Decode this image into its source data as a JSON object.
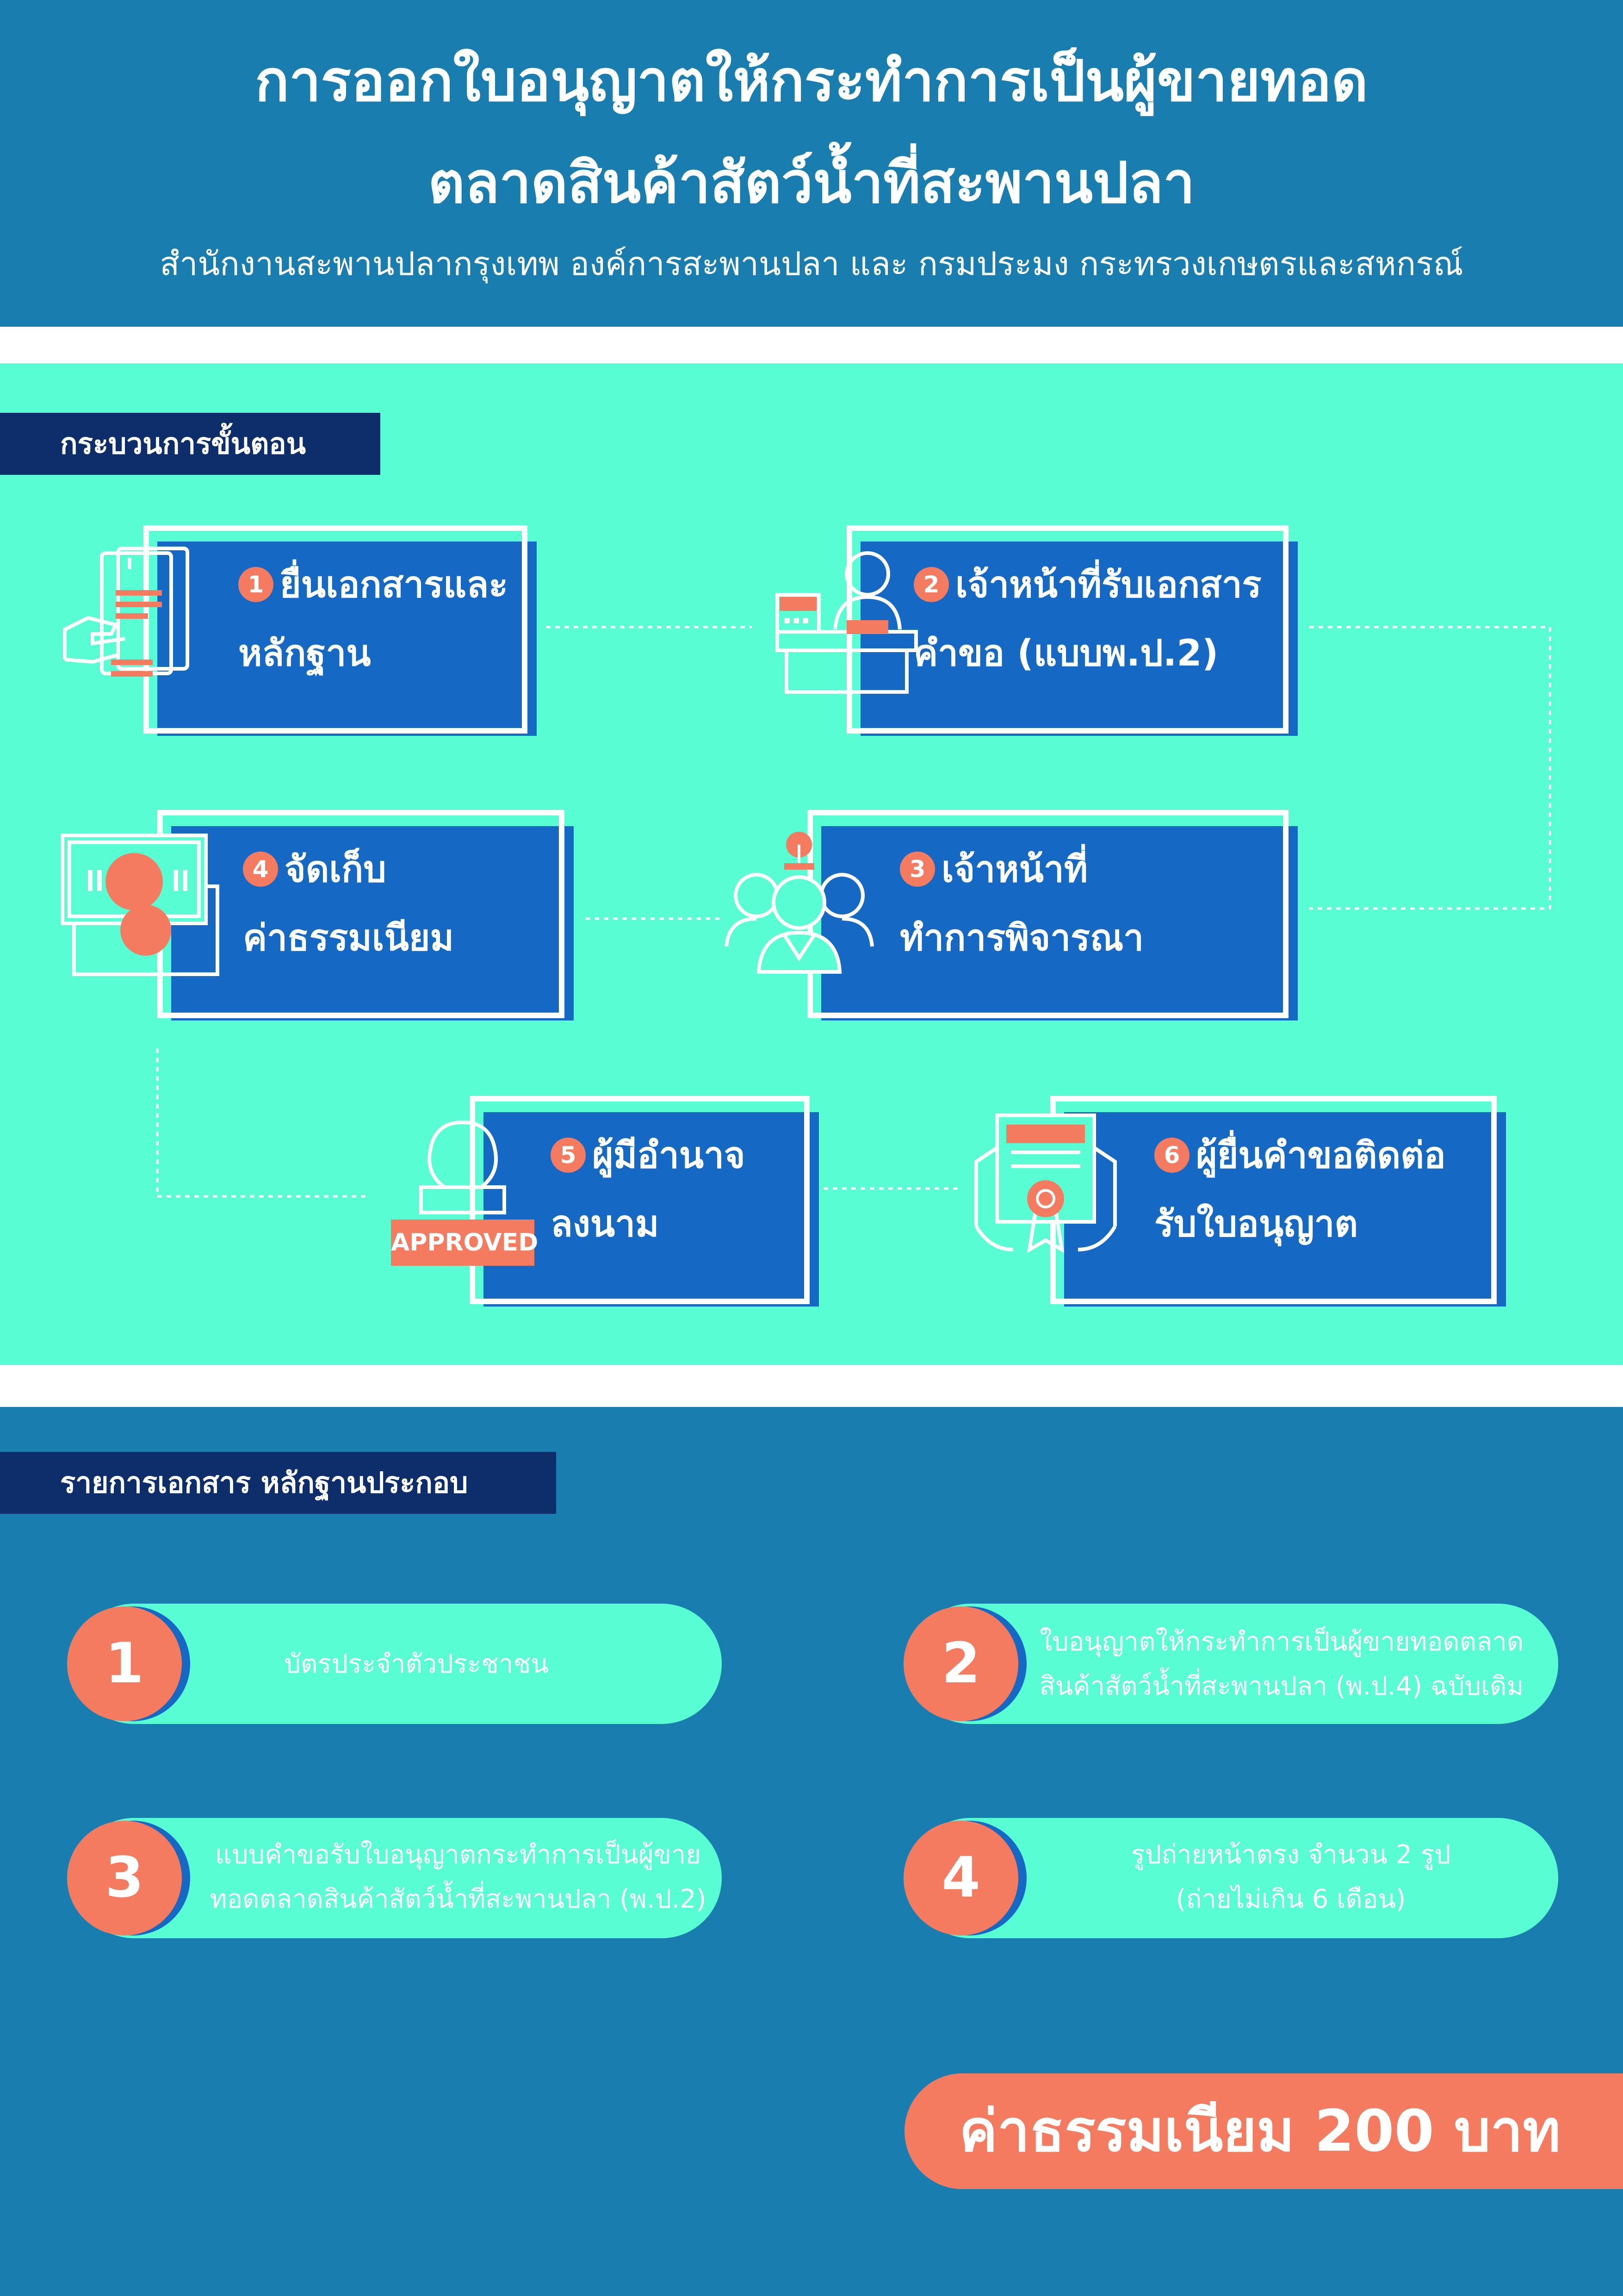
{
  "header": {
    "title_line1": "การออกใบอนุญาตให้กระทำการเป็นผู้ขายทอด",
    "title_line2": "ตลาดสินค้าสัตว์น้ำที่สะพานปลา",
    "subtitle": "สำนักงานสะพานปลากรุงเทพ องค์การสะพานปลา และ กรมประมง กระทรวงเกษตรและสหกรณ์"
  },
  "process": {
    "label": "กระบวนการขั้นตอน",
    "steps": [
      {
        "num": "1",
        "line1": "ยื่นเอกสารและ",
        "line2": "หลักฐาน",
        "icon": "document-hand-icon"
      },
      {
        "num": "2",
        "line1": "เจ้าหน้าที่รับเอกสาร",
        "line2": "คำขอ (แบบพ.ป.2)",
        "icon": "officer-desk-icon"
      },
      {
        "num": "3",
        "line1": "เจ้าหน้าที่",
        "line2": "ทำการพิจารณา",
        "icon": "team-review-icon"
      },
      {
        "num": "4",
        "line1": "จัดเก็บ",
        "line2": "ค่าธรรมเนียม",
        "icon": "banknote-icon"
      },
      {
        "num": "5",
        "line1": "ผู้มีอำนาจ",
        "line2": "ลงนาม",
        "icon": "approved-stamp-icon",
        "stamp_text": "APPROVED"
      },
      {
        "num": "6",
        "line1": "ผู้ยื่นคำขอติดต่อ",
        "line2": "รับใบอนุญาต",
        "icon": "certificate-icon"
      }
    ]
  },
  "documents": {
    "label": "รายการเอกสาร หลักฐานประกอบ",
    "items": [
      {
        "num": "1",
        "line1": "บัตรประจำตัวประชาชน",
        "line2": ""
      },
      {
        "num": "2",
        "line1": "ใบอนุญาตให้กระทำการเป็นผู้ขายทอดตลาด",
        "line2": "สินค้าสัตว์น้ำที่สะพานปลา (พ.ป.4) ฉบับเดิม"
      },
      {
        "num": "3",
        "line1": "แบบคำขอรับใบอนุญาตกระทำการเป็นผู้ขาย",
        "line2": "ทอดตลาดสินค้าสัตว์น้ำที่สะพานปลา (พ.ป.2)"
      },
      {
        "num": "4",
        "line1": "รูปถ่ายหน้าตรง จำนวน 2 รูป",
        "line2": "(ถ่ายไม่เกิน 6 เดือน)"
      }
    ]
  },
  "fee": {
    "text": "ค่าธรรมเนียม 200 บาท"
  },
  "colors": {
    "header_bg": "#1a7db0",
    "mint": "#58fdd3",
    "navy": "#0d2d6b",
    "step_blue": "#1568c4",
    "coral": "#f47b60"
  }
}
